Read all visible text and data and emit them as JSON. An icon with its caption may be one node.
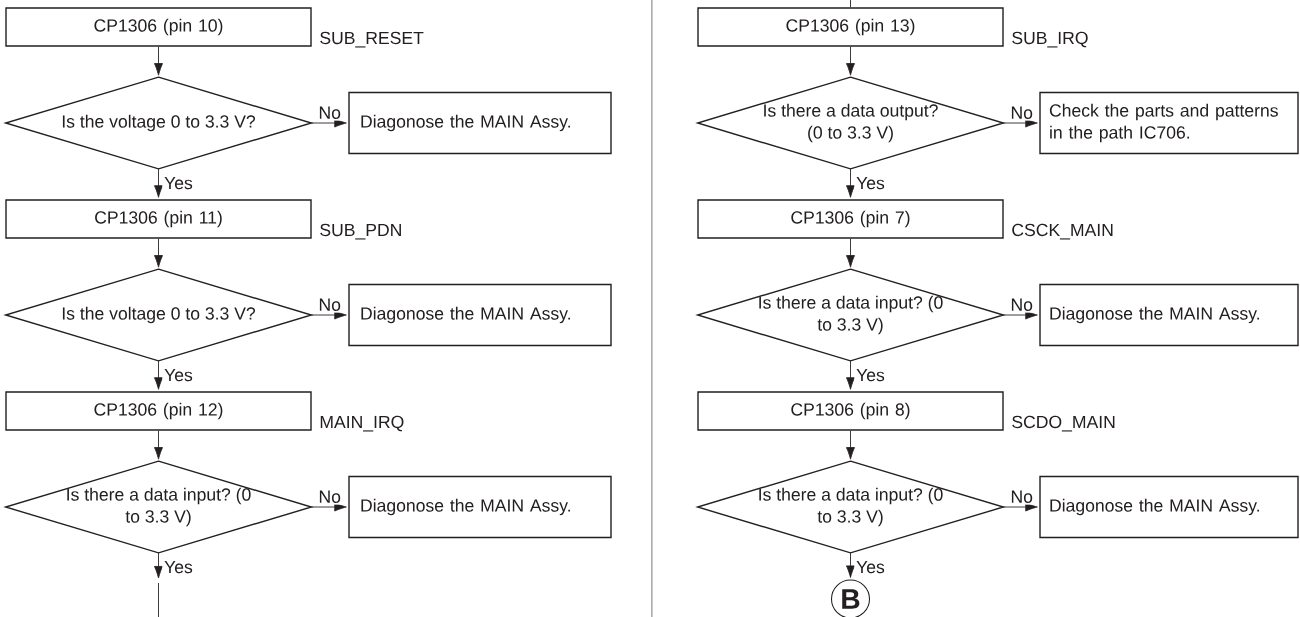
{
  "diagram": {
    "nodes": [
      {
        "text": [
          "CP1306 (pin 10)"
        ],
        "beside": [
          "SUB_RESET"
        ]
      },
      {
        "text": [
          "Is the voltage 0 to 3.3 V?"
        ]
      },
      {
        "text": [
          "Diagonose the MAIN Assy."
        ]
      },
      {
        "text": [
          "CP1306 (pin 11)"
        ],
        "beside": [
          "SUB_PDN"
        ]
      },
      {
        "text": [
          "Is the voltage 0 to 3.3 V?"
        ]
      },
      {
        "text": [
          "Diagonose the MAIN Assy."
        ]
      },
      {
        "text": [
          "CP1306 (pin 12)"
        ],
        "beside": [
          "MAIN_IRQ"
        ]
      },
      {
        "text": [
          "Is there a data input? (0 to 3.3 V)"
        ]
      },
      {
        "text": [
          "Diagonose the MAIN Assy."
        ]
      },
      {
        "text": [
          "CP1306 (pin 13)"
        ],
        "beside": [
          "SUB_IRQ"
        ]
      },
      {
        "text": [
          "Is there a data output? (0 to 3.3 V)"
        ]
      },
      {
        "text": [
          "Check the parts and patterns in the path IC706."
        ]
      },
      {
        "text": [
          "CP1306 (pin 7)"
        ],
        "beside": [
          "CSCK_MAIN"
        ]
      },
      {
        "text": [
          "Is there a data input? (0 to 3.3 V)"
        ]
      },
      {
        "text": [
          "Diagonose the MAIN Assy."
        ]
      },
      {
        "text": [
          "CP1306 (pin 8)"
        ],
        "beside": [
          "SCDO_MAIN"
        ]
      },
      {
        "text": [
          "Is there a data input? (0 to 3.3 V)"
        ]
      },
      {
        "text": [
          "Diagonose the MAIN Assy."
        ]
      },
      {
        "text": [
          "B"
        ]
      }
    ],
    "edges": [
      {
        "from": 0,
        "to": 1,
        "arrow": "to"
      },
      {
        "from": 1,
        "to": 2,
        "arrow": "to",
        "label": "No"
      },
      {
        "from": 1,
        "to": 3,
        "arrow": "to",
        "label": "Yes"
      },
      {
        "from": 3,
        "to": 4,
        "arrow": "to"
      },
      {
        "from": 4,
        "to": 5,
        "arrow": "to",
        "label": "No"
      },
      {
        "from": 4,
        "to": 6,
        "arrow": "to",
        "label": "Yes"
      },
      {
        "from": 6,
        "to": 7,
        "arrow": "to"
      },
      {
        "from": 7,
        "to": 8,
        "arrow": "to",
        "label": "No"
      },
      {
        "from": 7,
        "to": null,
        "arrow": "to",
        "label": "Yes"
      },
      {
        "from": null,
        "to": 9,
        "arrow": "none"
      },
      {
        "from": 9,
        "to": 10,
        "arrow": "to"
      },
      {
        "from": 10,
        "to": 11,
        "arrow": "to",
        "label": "No"
      },
      {
        "from": 10,
        "to": 12,
        "arrow": "to",
        "label": "Yes"
      },
      {
        "from": 12,
        "to": 13,
        "arrow": "to"
      },
      {
        "from": 13,
        "to": 14,
        "arrow": "to",
        "label": "No"
      },
      {
        "from": 13,
        "to": 15,
        "arrow": "to",
        "label": "Yes"
      },
      {
        "from": 15,
        "to": 16,
        "arrow": "to"
      },
      {
        "from": 16,
        "to": 17,
        "arrow": "to",
        "label": "No"
      },
      {
        "from": 16,
        "to": 18,
        "arrow": "to",
        "label": "Yes"
      }
    ]
  }
}
